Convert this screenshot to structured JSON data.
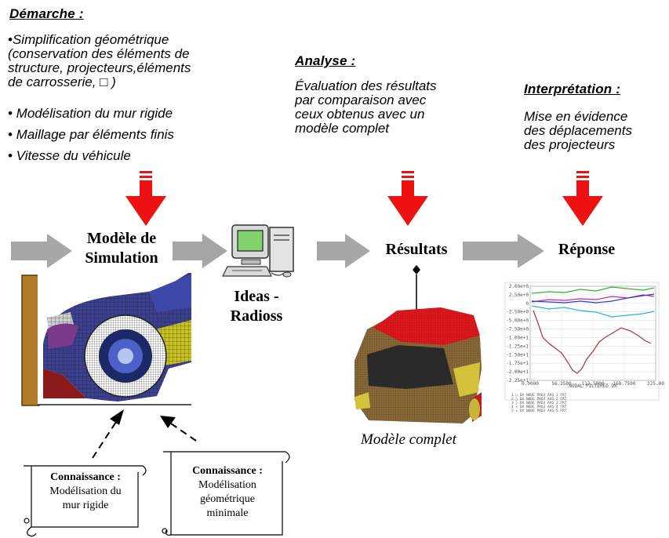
{
  "demarche": {
    "title": "Démarche :",
    "intro_lines": [
      "•Simplification géométrique",
      "(conservation des éléments de",
      "structure, projecteurs,éléments",
      "de carrosserie, □ )"
    ],
    "bullets": [
      "• Modélisation du mur rigide",
      "• Maillage par éléments finis",
      "• Vitesse du véhicule"
    ]
  },
  "analyse": {
    "title": "Analyse :",
    "lines": [
      "Évaluation des résultats",
      "par comparaison avec",
      "ceux obtenus avec un",
      "modèle complet"
    ]
  },
  "interpretation": {
    "title": "Interprétation :",
    "lines": [
      "Mise en évidence",
      "des déplacements",
      "des projecteurs"
    ]
  },
  "flow": {
    "model_line1": "Modèle de",
    "model_line2": "Simulation",
    "software_line1": "Ideas -",
    "software_line2": "Radioss",
    "results": "Résultats",
    "response": "Réponse"
  },
  "caption_complete_model": "Modèle complet",
  "knowledge_left": {
    "title": "Connaissance :",
    "lines": [
      "Modélisation du",
      "mur rigide"
    ]
  },
  "knowledge_right": {
    "title": "Connaissance :",
    "lines": [
      "Modélisation",
      "géométrique",
      "minimale"
    ]
  },
  "colors": {
    "red_arrow": "#ee1111",
    "grey_arrow": "#a6a6a6"
  },
  "response_plot": {
    "y_ticks": [
      "2.00e+0",
      "2.50e+0",
      "0",
      "-2.50e+0",
      "-5.00e+0",
      "-7.50e+0",
      "-1.00e+1",
      "-1.25e+1",
      "-1.50e+1",
      "-1.75e+1",
      "-2.00e+1",
      "-2.25e+1"
    ],
    "x_ticks": [
      "0.0000",
      "56.2500",
      "112.5000",
      "168.7500",
      "225.00"
    ],
    "x_label": "NODAL FILTERED DX",
    "legend": [
      "1 ○ DX NODE  PROJ AVG 1 FRT",
      "2 □ DX NODE  PROJ AVG 2 FRT",
      "3 ◊ DX NODE  PROJ AVG 3 FRT",
      "4 × DX NODE  PROJ AVG 4 FRT",
      "5 + DX NODE  PROJ AVG 5 FRT"
    ]
  }
}
